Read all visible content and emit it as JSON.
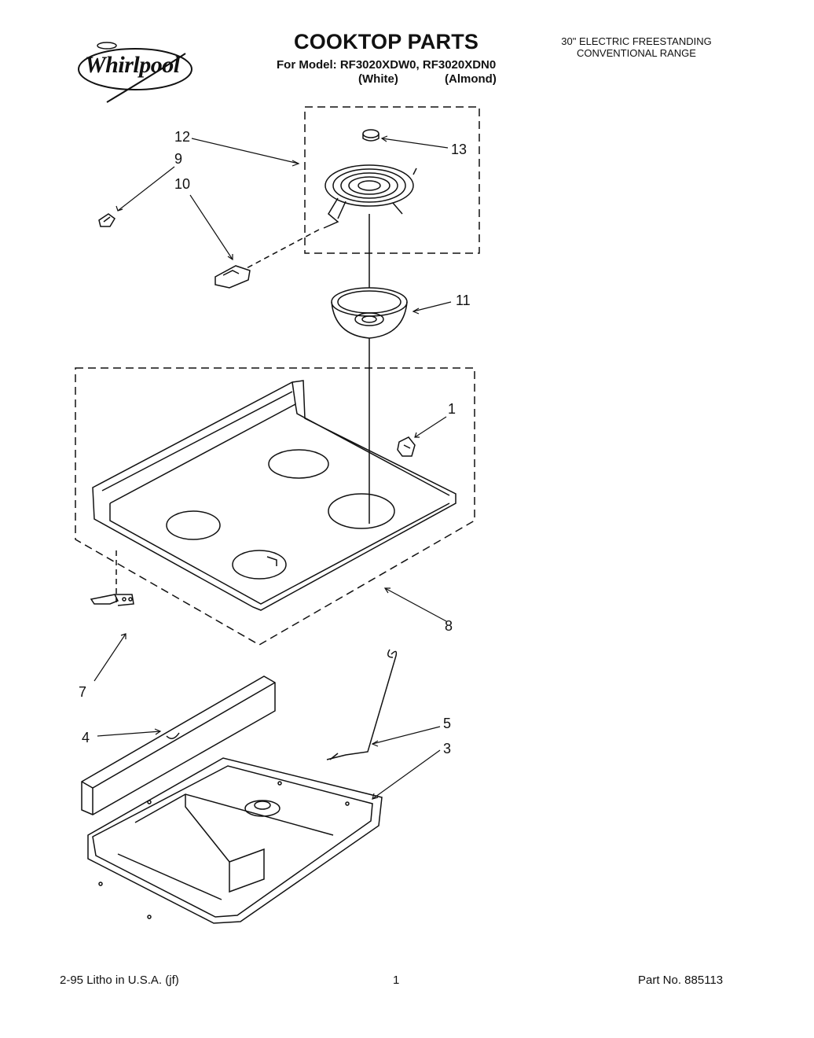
{
  "brand": {
    "name": "Whirlpool"
  },
  "header": {
    "title": "COOKTOP PARTS",
    "model_line": "For Model: RF3020XDW0, RF3020XDN0",
    "variant_white": "(White)",
    "variant_almond": "(Almond)",
    "product_desc_line1": "30\" ELECTRIC FREESTANDING",
    "product_desc_line2": "CONVENTIONAL RANGE"
  },
  "callouts": {
    "c1": "1",
    "c3": "3",
    "c4": "4",
    "c5": "5",
    "c7": "7",
    "c8": "8",
    "c9": "9",
    "c10": "10",
    "c11": "11",
    "c12": "12",
    "c13": "13"
  },
  "footer": {
    "left": "2-95 Litho in U.S.A. (jf)",
    "center": "1",
    "right": "Part No. 885113"
  }
}
